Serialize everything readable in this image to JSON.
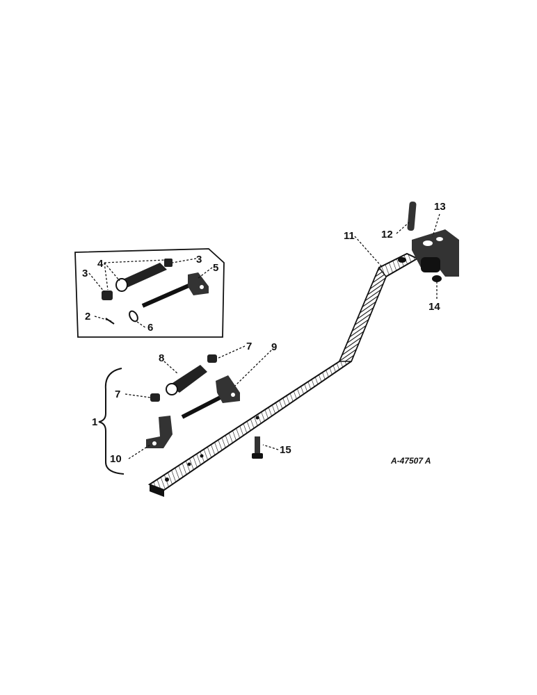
{
  "drawing_ref": "A-47507 A",
  "callouts": [
    "1",
    "2",
    "3",
    "3",
    "4",
    "5",
    "6",
    "7",
    "7",
    "8",
    "9",
    "10",
    "11",
    "12",
    "13",
    "14",
    "15"
  ],
  "colors": {
    "ink": "#111111",
    "paper": "#ffffff"
  }
}
